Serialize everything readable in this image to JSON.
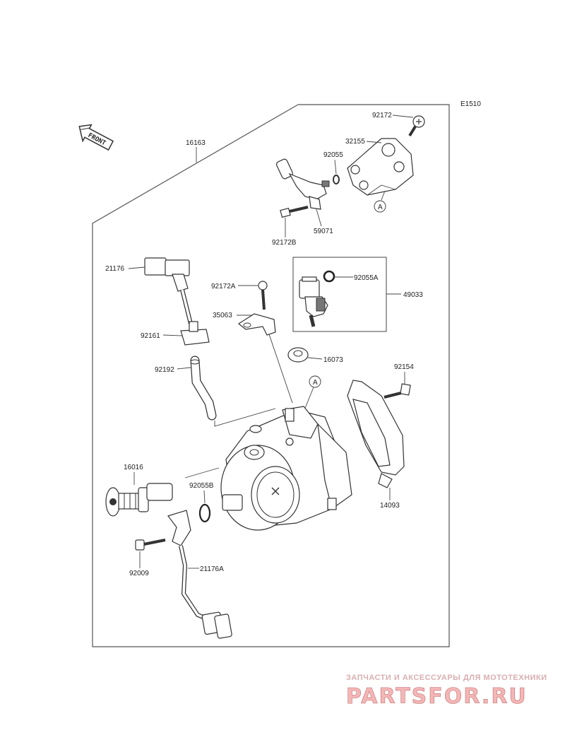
{
  "diagram_code": "E1510",
  "front_label": "FRONT",
  "callout_letter": "A",
  "parts": [
    {
      "id": "p16163",
      "label": "16163"
    },
    {
      "id": "p92172",
      "label": "92172"
    },
    {
      "id": "p32155",
      "label": "32155"
    },
    {
      "id": "p92055",
      "label": "92055"
    },
    {
      "id": "p59071",
      "label": "59071"
    },
    {
      "id": "p92172B",
      "label": "92172B"
    },
    {
      "id": "p21176",
      "label": "21176"
    },
    {
      "id": "p92172A",
      "label": "92172A"
    },
    {
      "id": "p35063",
      "label": "35063"
    },
    {
      "id": "p92161",
      "label": "92161"
    },
    {
      "id": "p92192",
      "label": "92192"
    },
    {
      "id": "p92055A",
      "label": "92055A"
    },
    {
      "id": "p49033",
      "label": "49033"
    },
    {
      "id": "p16073",
      "label": "16073"
    },
    {
      "id": "p92154",
      "label": "92154"
    },
    {
      "id": "p16016",
      "label": "16016"
    },
    {
      "id": "p92055B",
      "label": "92055B"
    },
    {
      "id": "p14093",
      "label": "14093"
    },
    {
      "id": "p92009",
      "label": "92009"
    },
    {
      "id": "p21176A",
      "label": "21176A"
    }
  ],
  "watermark": {
    "top": "ЗАПЧАСТИ И АКСЕССУАРЫ ДЛЯ МОТОТЕХНИКИ",
    "brand": "PARTSFOR.RU"
  }
}
